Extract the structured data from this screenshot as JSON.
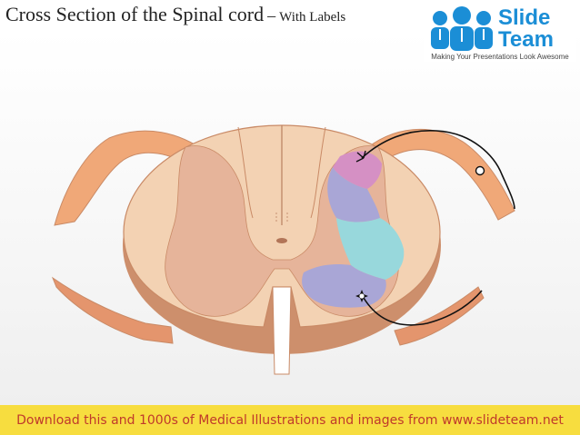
{
  "header": {
    "title_main": "Cross Section of the Spinal cord",
    "title_dash": "–",
    "title_sub": "With Labels"
  },
  "logo": {
    "word1": "Slide",
    "word2": "Team",
    "tagline": "Making Your Presentations Look Awesome",
    "icon": "people-group-icon"
  },
  "footer": {
    "text": "Download this and 1000s of Medical Illustrations and images from www.slideteam.net"
  },
  "colors": {
    "cord_fill": "#f3d2b3",
    "gray_matter": "#e6b49a",
    "cord_edge": "#c98a66",
    "nerve_root": "#f0a878",
    "tract_pink": "#d590c4",
    "tract_lavender": "#a9a6d6",
    "tract_cyan": "#98d8dc",
    "brand_blue": "#1b8ed6",
    "footer_bg": "#f7dd3f",
    "footer_text": "#c0392b"
  }
}
